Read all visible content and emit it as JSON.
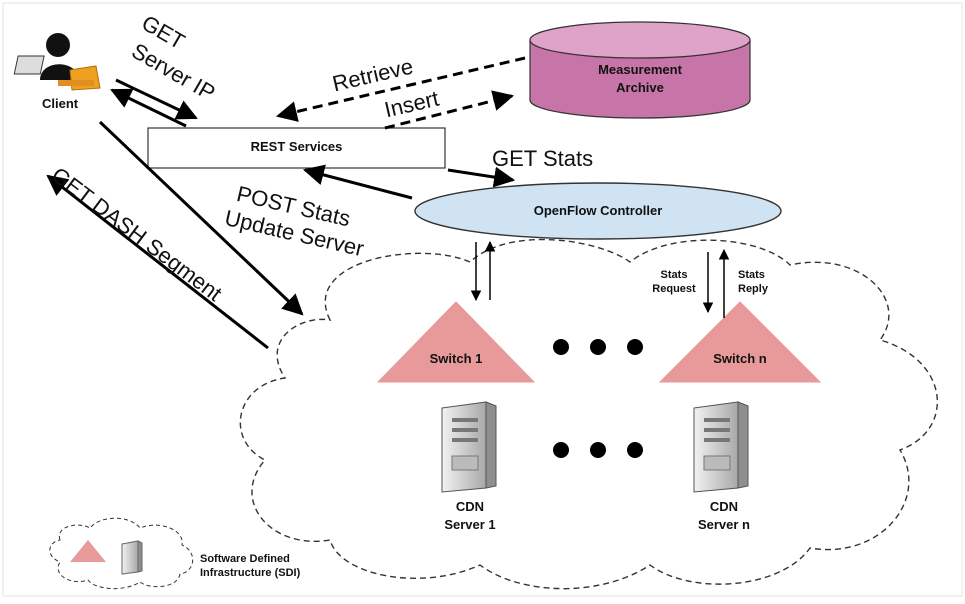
{
  "client": {
    "label": "Client"
  },
  "rest": {
    "label": "REST Services"
  },
  "archive": {
    "line1": "Measurement",
    "line2": "Archive"
  },
  "controller": {
    "label": "OpenFlow Controller"
  },
  "arrows": {
    "get": "GET",
    "server_ip": "Server IP",
    "retrieve": "Retrieve",
    "insert": "Insert",
    "get_stats": "GET Stats",
    "post_stats": "POST Stats",
    "update_server": "Update Server",
    "get_dash": "GET DASH Segment",
    "stats_request_1": "Stats",
    "stats_request_2": "Request",
    "stats_reply_1": "Stats",
    "stats_reply_2": "Reply"
  },
  "switches": [
    {
      "label": "Switch 1"
    },
    {
      "label": "Switch n"
    }
  ],
  "servers": [
    {
      "line1": "CDN",
      "line2": "Server 1"
    },
    {
      "line1": "CDN",
      "line2": "Server n"
    }
  ],
  "legend": {
    "line1": "Software Defined",
    "line2": "Infrastructure (SDI)"
  },
  "colors": {
    "switch": "#e89a9a",
    "archive": "#c774a8",
    "controller": "#cfe3f3",
    "server": "#d8d8d8"
  }
}
